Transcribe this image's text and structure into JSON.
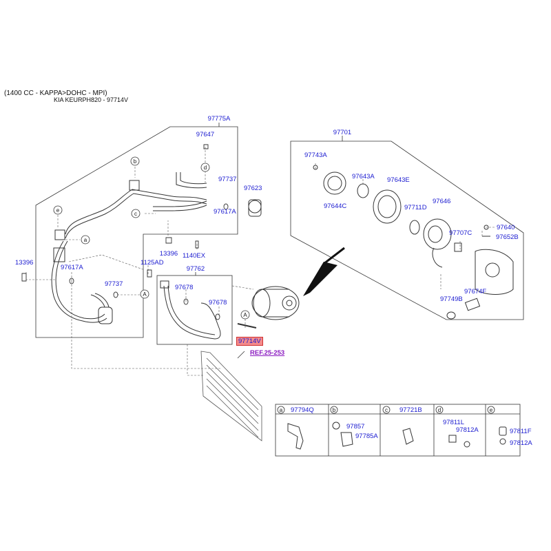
{
  "header": {
    "line1": "(1400 CC - KAPPA>DOHC - MPI)",
    "line2": "KIA KEURPH820 - 97714V"
  },
  "callouts": {
    "c97775A": "97775A",
    "c97647": "97647",
    "c97737a": "97737",
    "c97623": "97623",
    "c97617A_top": "97617A",
    "c13396_left": "13396",
    "c97617A_left": "97617A",
    "c97737b": "97737",
    "c13396_mid": "13396",
    "c1125AD": "1125AD",
    "c1140EX": "1140EX",
    "c97762": "97762",
    "c97678a": "97678",
    "c97678b": "97678",
    "c97714V": "97714V",
    "ref": "REF.25-253",
    "c97701": "97701",
    "c97743A": "97743A",
    "c97643A": "97643A",
    "c97643E": "97643E",
    "c97644C": "97644C",
    "c97711D": "97711D",
    "c97646": "97646",
    "c97640": "97640",
    "c97707C": "97707C",
    "c97652B": "97652B",
    "c97674F": "97674F",
    "c97749B": "97749B"
  },
  "bubbles": [
    "a",
    "b",
    "c",
    "d",
    "e",
    "A"
  ],
  "detail_table": [
    {
      "letter": "a",
      "parts": [
        "97794Q"
      ]
    },
    {
      "letter": "b",
      "parts": [
        "97857",
        "97785A"
      ]
    },
    {
      "letter": "c",
      "parts": [
        "97721B"
      ]
    },
    {
      "letter": "d",
      "parts": [
        "97811L",
        "97812A"
      ]
    },
    {
      "letter": "e",
      "parts": [
        "97811F",
        "97812A"
      ]
    }
  ],
  "colors": {
    "label": "#1a1ad0",
    "highlight_fill": "#f38b8b",
    "ref": "#8a1ac0",
    "line": "#333333"
  }
}
